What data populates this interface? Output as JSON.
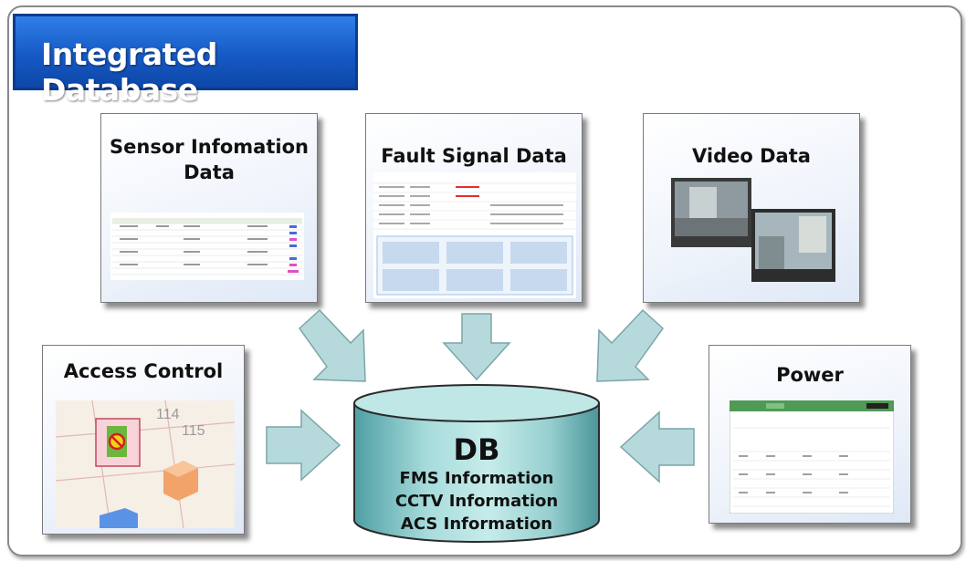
{
  "title": "Integrated Database",
  "sources": {
    "sensor": "Sensor Infomation\nData",
    "fault": "Fault Signal Data",
    "video": "Video Data",
    "access": "Access Control",
    "power": "Power"
  },
  "access_map_numbers": [
    "114",
    "115"
  ],
  "db": {
    "label": "DB",
    "lines": [
      "FMS Information",
      "CCTV Information",
      "ACS Information"
    ]
  },
  "colors": {
    "banner": "#1659c4",
    "arrow_fill": "#b6d9dc",
    "cylinder": "#9fd3d3"
  }
}
